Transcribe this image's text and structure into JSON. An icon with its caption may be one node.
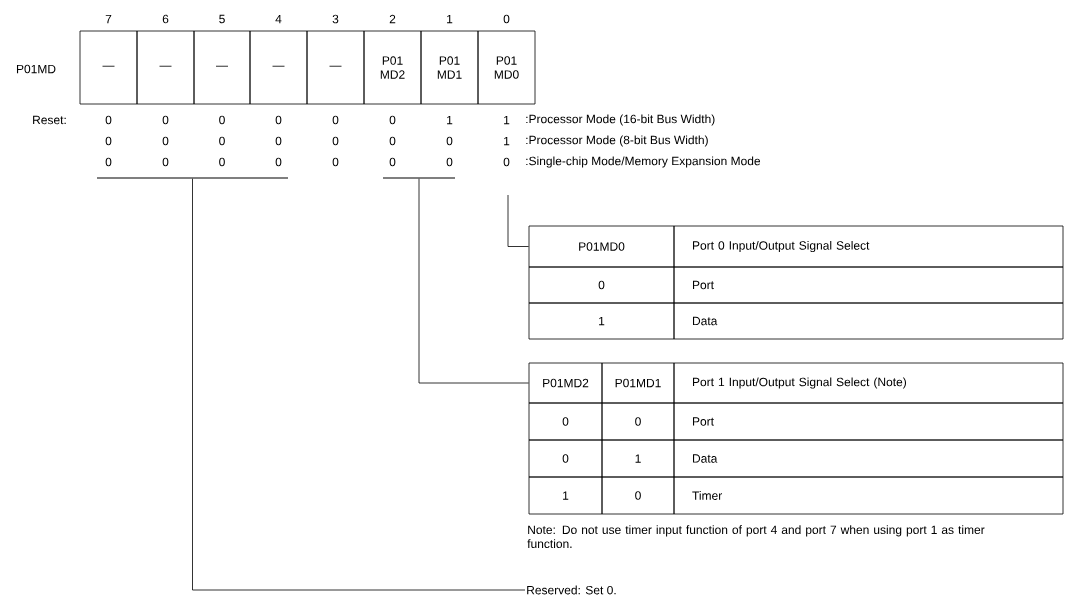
{
  "diagram": {
    "nodes": [
      {
        "text": [
          "—"
        ]
      },
      {
        "text": [
          "—"
        ]
      },
      {
        "text": [
          "—"
        ]
      },
      {
        "text": [
          "—"
        ]
      },
      {
        "text": [
          "—"
        ]
      },
      {
        "text": [
          "P01 MD2"
        ]
      },
      {
        "text": [
          "P01 MD1"
        ]
      },
      {
        "text": [
          "P01 MD0"
        ]
      },
      {
        "text": [],
        "shape": "bar"
      },
      {
        "text": [],
        "shape": "bar"
      },
      {
        "text": [
          "P01MD0"
        ]
      },
      {
        "text": [
          "Port 0 Input/Output Signal Select"
        ]
      },
      {
        "text": [
          "0"
        ]
      },
      {
        "text": [
          "Port"
        ]
      },
      {
        "text": [
          "1"
        ]
      },
      {
        "text": [
          "Data"
        ]
      },
      {
        "text": [
          "P01MD2"
        ]
      },
      {
        "text": [
          "P01MD1"
        ]
      },
      {
        "text": [
          "Port 1 Input/Output Signal Select (Note)"
        ]
      },
      {
        "text": [
          "0"
        ]
      },
      {
        "text": [
          "0"
        ]
      },
      {
        "text": [
          "Port"
        ]
      },
      {
        "text": [
          "0"
        ]
      },
      {
        "text": [
          "1"
        ]
      },
      {
        "text": [
          "Data"
        ]
      },
      {
        "text": [
          "1"
        ]
      },
      {
        "text": [
          "0"
        ]
      },
      {
        "text": [
          "Timer"
        ]
      },
      {
        "text": [
          "Reserved: Set 0."
        ]
      }
    ],
    "edges": [
      {
        "from": 8,
        "to": 28,
        "arrow": "none"
      },
      {
        "from": 9,
        "to": 16,
        "arrow": "none"
      },
      {
        "from": null,
        "to": 10,
        "arrow": "none"
      }
    ],
    "labels": [
      "7",
      "6",
      "5",
      "4",
      "3",
      "2",
      "1",
      "0",
      "P01MD",
      "Reset:",
      "0",
      "0",
      "0",
      "0",
      "0",
      "0",
      "1",
      "1",
      ":Processor Mode (16-bit Bus Width)",
      "0",
      "0",
      "0",
      "0",
      "0",
      "0",
      "0",
      "1",
      ":Processor Mode (8-bit Bus Width)",
      "0",
      "0",
      "0",
      "0",
      "0",
      "0",
      "0",
      "0",
      ":Single-chip Mode/Memory Expansion Mode",
      "Note: Do not use timer input function of port 4 and port 7 when using port 1 as timer function."
    ]
  }
}
